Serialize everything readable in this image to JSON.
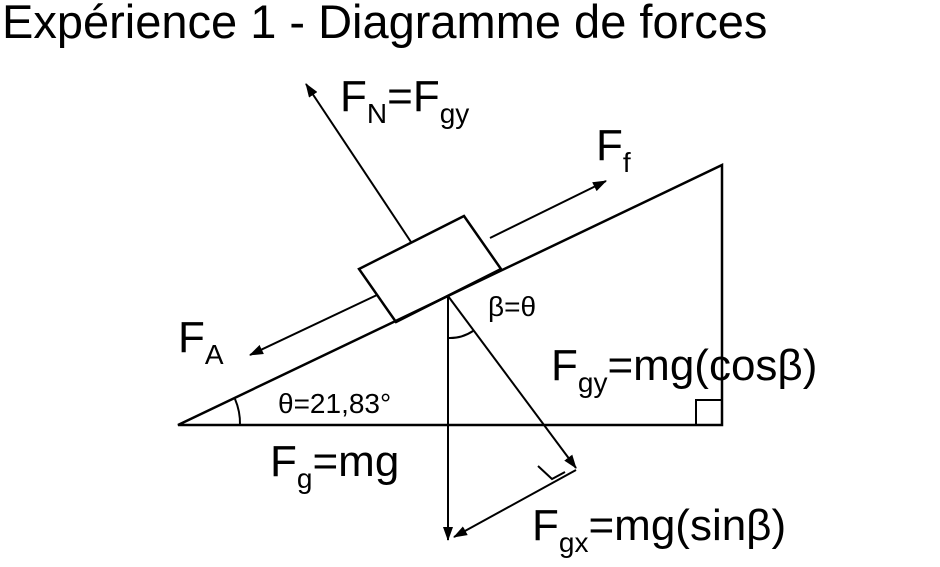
{
  "diagram": {
    "title": "Expérience 1 - Diagramme de forces",
    "labels": {
      "normal": {
        "main": "F",
        "sub1": "N",
        "mid": "=F",
        "sub2": "gy"
      },
      "friction": {
        "main": "F",
        "sub": "f"
      },
      "applied": {
        "main": "F",
        "sub": "A"
      },
      "gravity": {
        "main": "F",
        "sub": "g",
        "rest": "=mg"
      },
      "gy_component": {
        "main": "F",
        "sub": "gy",
        "rest": "=mg(cosβ)"
      },
      "gx_component": {
        "main": "F",
        "sub": "gx",
        "rest": "=mg(sinβ)"
      },
      "incline_angle": "θ=21,83°",
      "beta_angle": "β=θ"
    }
  }
}
